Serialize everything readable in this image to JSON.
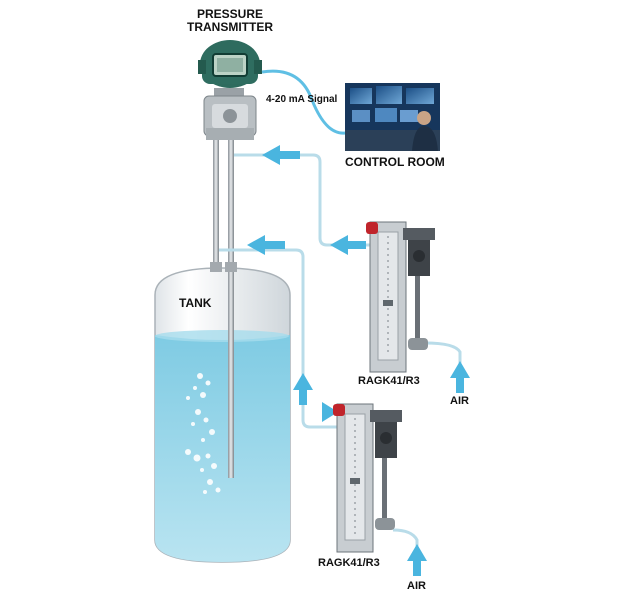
{
  "labels": {
    "transmitter_line1": "PRESSURE",
    "transmitter_line2": "TRANSMITTER",
    "signal": "4-20 mA Signal",
    "control_room": "CONTROL ROOM",
    "tank": "TANK",
    "rotameter_upper": "RAGK41/R3",
    "rotameter_lower": "RAGK41/R3",
    "air_upper": "AIR",
    "air_lower": "AIR"
  },
  "icons": [
    "pressure-transmitter-icon",
    "control-room-photo-icon",
    "rotameter-icon",
    "flow-arrow-icon",
    "bubbles-icon"
  ],
  "colors": {
    "liquid": "#9ed8ea",
    "liquid_dark": "#5fbcd8",
    "line": "#b4d7e6",
    "arrow": "#49b6e0",
    "transmitter": "#2e6b5e"
  }
}
